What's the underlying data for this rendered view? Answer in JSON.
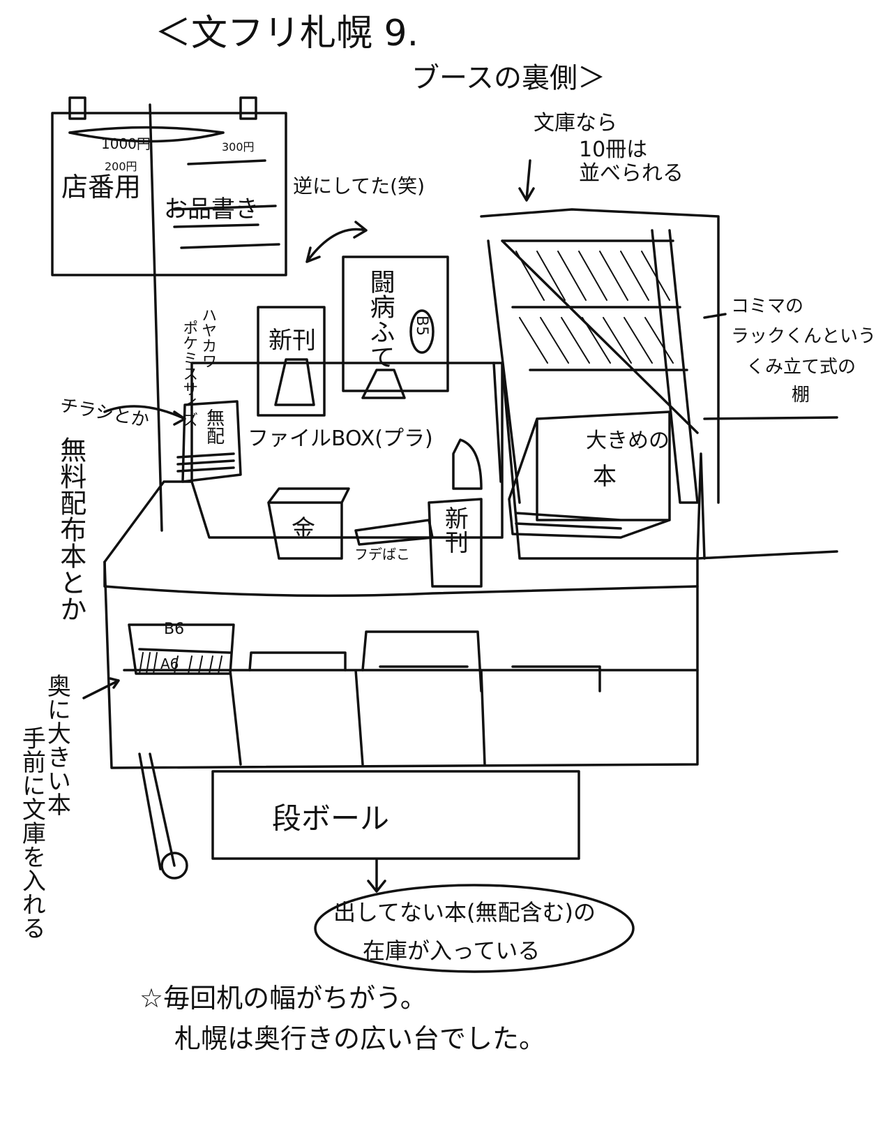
{
  "title": {
    "line1": "＜文フリ札幌 9.",
    "line2": "ブースの裏側＞"
  },
  "sign": {
    "price_1000": "1000円",
    "price_200": "200円",
    "price_300": "300円",
    "staff_label": "店番用",
    "menu_label": "お品書き"
  },
  "notes": {
    "reversed": "逆にしてた(笑)",
    "bunko_capacity": [
      "文庫なら",
      "10冊は",
      "並べられる"
    ],
    "rack": [
      "コミマの",
      "ラックくんという",
      "くみ立て式の",
      "棚"
    ],
    "flyers": "チラシとか",
    "free_books": "無料配布本とか",
    "storage": [
      "奥に大きい本",
      "手前に文庫を入れる"
    ],
    "cardboard_contents": [
      "出してない本(無配含む)の",
      "在庫が入っている"
    ],
    "footer": [
      "☆毎回机の幅がちがう。",
      "札幌は奥行きの広い台でした。"
    ]
  },
  "items": {
    "new_book_1": "新刊",
    "new_book_2": "新刊",
    "tobyo_book": "闘病ふて",
    "b5_badge": "B5",
    "pocket_size": [
      "ハヤカワ",
      "ポケミスサイズ"
    ],
    "free_stack": "無配",
    "file_box": "ファイルBOX(プラ)",
    "money_box": "金",
    "pen_case": "フデばこ",
    "large_book": [
      "大きめの",
      "本"
    ],
    "b6_label": "B6",
    "a6_label": "A6",
    "cardboard": "段ボール"
  }
}
